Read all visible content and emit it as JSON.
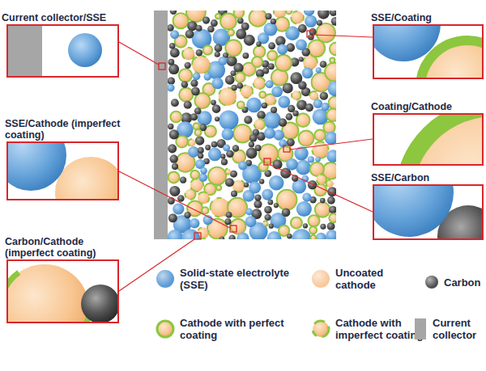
{
  "diagram": {
    "nodes": [
      {
        "text": [
          "Current collector/SSE"
        ]
      },
      {
        "text": [
          "SSE/Coating"
        ]
      },
      {
        "text": [
          "Coating/Cathode"
        ]
      },
      {
        "text": [
          "SSE/Cathode (imperfect coating)"
        ]
      },
      {
        "text": [
          "SSE/Carbon"
        ]
      },
      {
        "text": [
          "Carbon/Cathode (imperfect coating)"
        ]
      }
    ],
    "legend": [
      {
        "text": "Solid-state electrolyte (SSE)",
        "color": "#5b9bd5"
      },
      {
        "text": "Uncoated cathode",
        "color": "#f9c89b"
      },
      {
        "text": "Carbon",
        "color": "#4d4d4d"
      },
      {
        "text": "Cathode with perfect coating"
      },
      {
        "text": "Cathode with imperfect coating"
      },
      {
        "text": "Current collector",
        "color": "#a6a6a6"
      }
    ]
  }
}
